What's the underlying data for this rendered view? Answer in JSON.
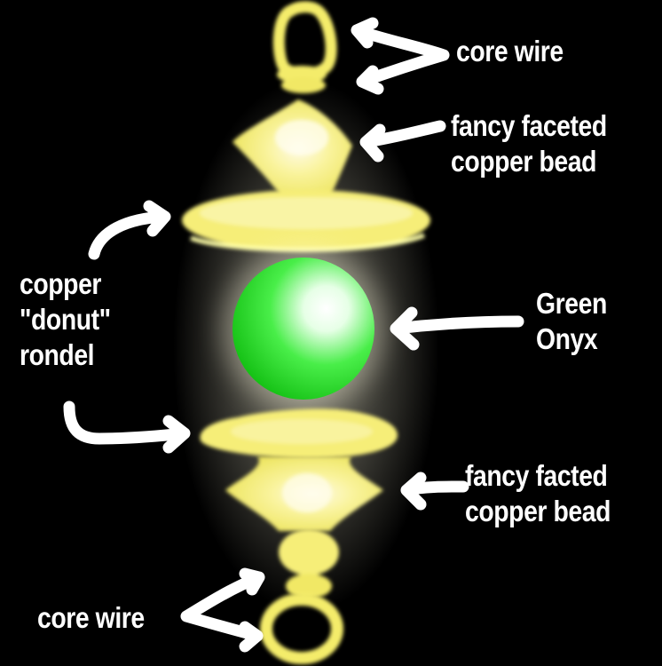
{
  "labels": {
    "core_wire_top": "core wire",
    "bead_top": [
      "fancy faceted",
      "copper bead"
    ],
    "rondel": [
      "copper",
      "\"donut\"",
      "rondel"
    ],
    "onyx": [
      "Green",
      "Onyx"
    ],
    "bead_bottom": [
      "fancy facted",
      "copper bead"
    ],
    "core_wire_bottom": "core wire"
  },
  "colors": {
    "background": "#000000",
    "copper": "#f6f07a",
    "copper_glow": "#fffbe0",
    "onyx": "#22d622",
    "onyx_highlight": "#ffffff",
    "annotation": "#ffffff"
  }
}
